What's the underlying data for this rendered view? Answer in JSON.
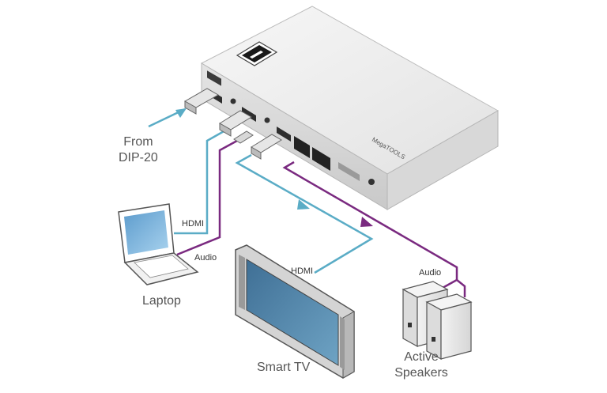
{
  "labels": {
    "source": [
      "From",
      "DIP-20"
    ],
    "laptop": "Laptop",
    "tv": "Smart TV",
    "speakers": [
      "Active",
      "Speakers"
    ],
    "hdmi_laptop": "HDMI",
    "audio_laptop": "Audio",
    "hdmi_tv": "HDMI",
    "audio_speakers": "Audio"
  },
  "device": {
    "brand": "MegaTOOLS"
  },
  "colors": {
    "hdmi_cable": "#5aacc6",
    "audio_cable": "#7a2a80",
    "arrow_source": "#5aacc6"
  }
}
